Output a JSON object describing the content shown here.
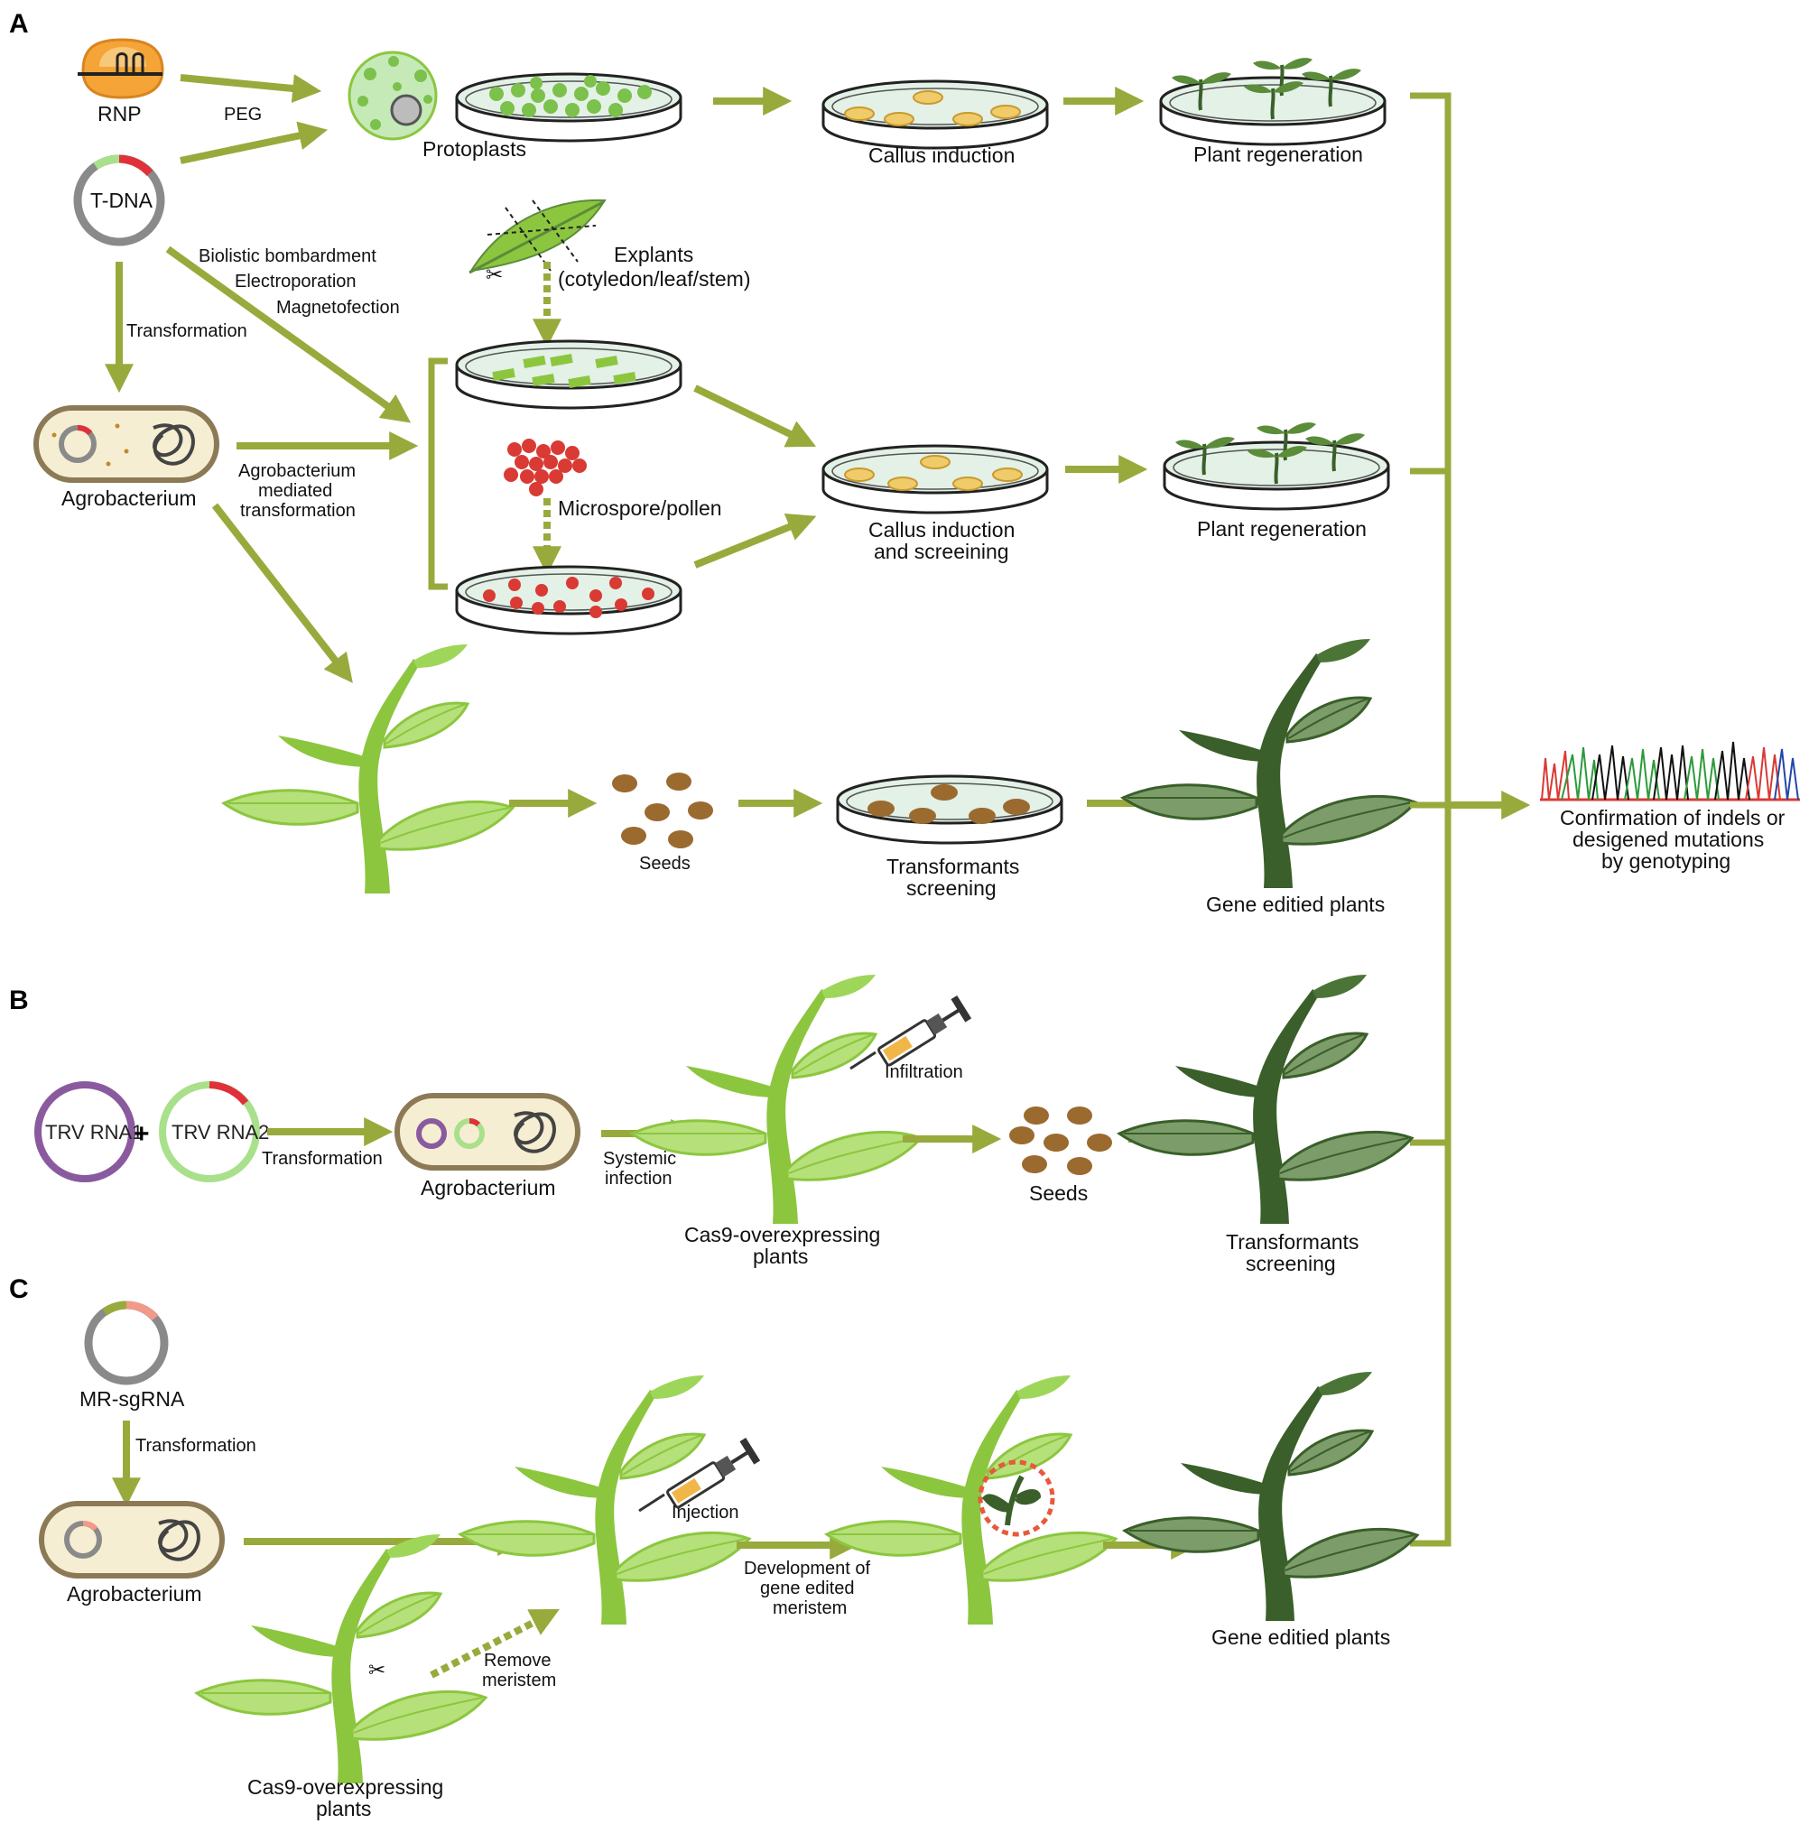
{
  "colors": {
    "arrow": "#98aa3c",
    "light_plant": "#8cc63f",
    "dark_plant": "#3a5f2a",
    "seed": "#9a6a2f",
    "callus": "#f0cb6a",
    "pollen": "#d93a34",
    "trv1": "#8a5a9e",
    "trv2": "#a9e08c",
    "highlight": "#e8593c"
  },
  "panels": {
    "a": "A",
    "b": "B",
    "c": "C"
  },
  "labels": {
    "rnp": "RNP",
    "peg": "PEG",
    "tdna": "T-DNA",
    "protoplasts": "Protoplasts",
    "callus_induction": "Callus induction",
    "plant_regeneration_1": "Plant regeneration",
    "biolistic": "Biolistic bombardment",
    "electroporation": "Electroporation",
    "magnetofection": "Magnetofection",
    "explants_1": "Explants",
    "explants_2": "(cotyledon/leaf/stem)",
    "transformation_a": "Transformation",
    "agrobacterium_a": "Agrobacterium",
    "amt_1": "Agrobacterium",
    "amt_2": "mediated",
    "amt_3": "transformation",
    "microspore": "Microspore/pollen",
    "callus_screen_1": "Callus induction",
    "callus_screen_2": "and screeining",
    "plant_regeneration_2": "Plant regeneration",
    "seeds_a": "Seeds",
    "transformants_a_1": "Transformants",
    "transformants_a_2": "screening",
    "gene_edited_a": "Gene editied plants",
    "confirm_1": "Confirmation of indels or",
    "confirm_2": "desigened mutations",
    "confirm_3": "by genotyping",
    "trv_rna1": "TRV RNA1",
    "trv_rna2": "TRV RNA2",
    "plus": "+",
    "transformation_b": "Transformation",
    "agrobacterium_b": "Agrobacterium",
    "systemic_1": "Systemic",
    "systemic_2": "infection",
    "infiltration": "Infiltration",
    "cas9_b_1": "Cas9-overexpressing",
    "cas9_b_2": "plants",
    "seeds_b": "Seeds",
    "transformants_b_1": "Transformants",
    "transformants_b_2": "screening",
    "mr_sgrna": "MR-sgRNA",
    "transformation_c": "Transformation",
    "agrobacterium_c": "Agrobacterium",
    "injection": "Injection",
    "development_1": "Development of",
    "development_2": "gene edited",
    "development_3": "meristem",
    "remove_1": "Remove",
    "remove_2": "meristem",
    "cas9_c_1": "Cas9-overexpressing",
    "cas9_c_2": "plants",
    "gene_edited_c": "Gene editied plants"
  }
}
